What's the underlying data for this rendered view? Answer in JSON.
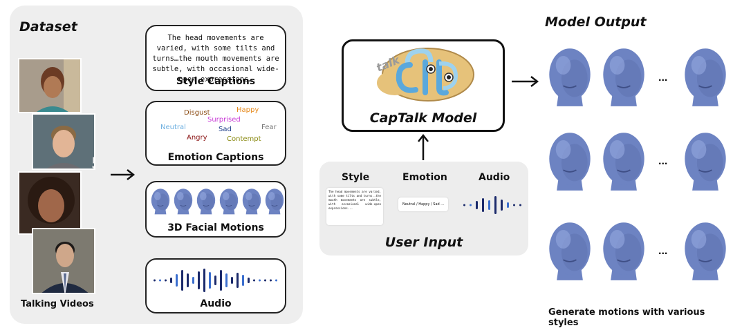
{
  "dataset": {
    "title": "Dataset",
    "videos_label": "Talking Videos",
    "style_caption_text": "The head movements are varied, with some tilts and turns…the mouth movements are subtle, with occasional wide-open expressions…",
    "style_label": "Style Captions",
    "emotions": [
      {
        "word": "Disgust",
        "color": "#8a4a12"
      },
      {
        "word": "Happy",
        "color": "#e6891a"
      },
      {
        "word": "Surprised",
        "color": "#c83ad6"
      },
      {
        "word": "Neutral",
        "color": "#6fb0e0"
      },
      {
        "word": "Sad",
        "color": "#1f3f8a"
      },
      {
        "word": "Fear",
        "color": "#777777"
      },
      {
        "word": "Angry",
        "color": "#8a1212"
      },
      {
        "word": "Contempt",
        "color": "#8a8a12"
      }
    ],
    "emotion_label": "Emotion Captions",
    "motions_label": "3D Facial Motions",
    "audio_label": "Audio"
  },
  "model": {
    "logo_text": "talk",
    "name": "CapTalk Model"
  },
  "user_input": {
    "style_header": "Style",
    "emotion_header": "Emotion",
    "audio_header": "Audio",
    "style_text": "The head movements are varied, with some tilts and turns..the mouth movements are subtle, with occasional wide-open expressions...",
    "emotion_text": "Neutral / Happy / Sad ...",
    "title": "User Input"
  },
  "output": {
    "title": "Model Output",
    "ellipsis": "...",
    "caption": "Generate motions with various styles"
  },
  "colors": {
    "panel_bg": "#eeeeee",
    "head_blue": "#6d83c2",
    "audio_dark": "#1b2a6b",
    "audio_light": "#3b6fcf"
  }
}
